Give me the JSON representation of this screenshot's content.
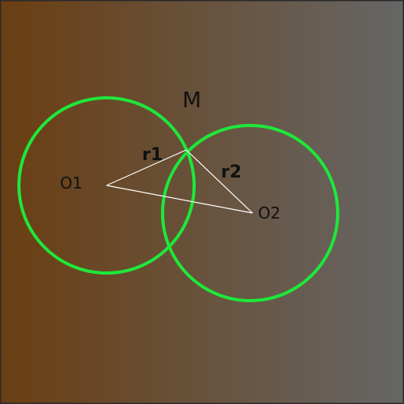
{
  "labels": {
    "m": "M",
    "o1": "O1",
    "o2": "O2",
    "r1": "r1",
    "r2": "r2"
  },
  "colors": {
    "gradient_start": "#6a3e12",
    "gradient_end": "#666666",
    "circle_stroke": "#1ee83a",
    "segment_stroke": "#ffffff",
    "frame": "#2a2a2a"
  }
}
